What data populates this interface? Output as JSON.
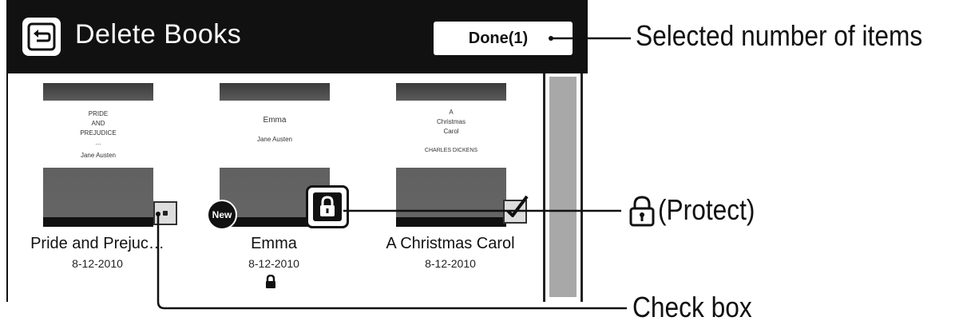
{
  "header": {
    "back_icon": "back-arrow-icon",
    "title": "Delete Books",
    "done_label": "Done(1)"
  },
  "books": [
    {
      "title": "Pride and Prejuc…",
      "date": "8-12-2010",
      "cover_lines": [
        "PRIDE",
        "AND",
        "PREJUDICE",
        "...",
        "Jane Austen"
      ],
      "checked": false,
      "new": false,
      "protected": false
    },
    {
      "title": "Emma",
      "date": "8-12-2010",
      "cover_lines": [
        "Emma",
        "",
        "Jane Austen"
      ],
      "badge": "New",
      "checked": false,
      "new": true,
      "protected": true
    },
    {
      "title": "A Christmas Carol",
      "date": "8-12-2010",
      "cover_lines": [
        "A",
        "Christmas",
        "Carol",
        "",
        "CHARLES DICKENS"
      ],
      "checked": true,
      "new": false,
      "protected": false
    }
  ],
  "annotations": {
    "selected_count": "Selected number of items",
    "protect": "(Protect)",
    "check_box": "Check box"
  }
}
